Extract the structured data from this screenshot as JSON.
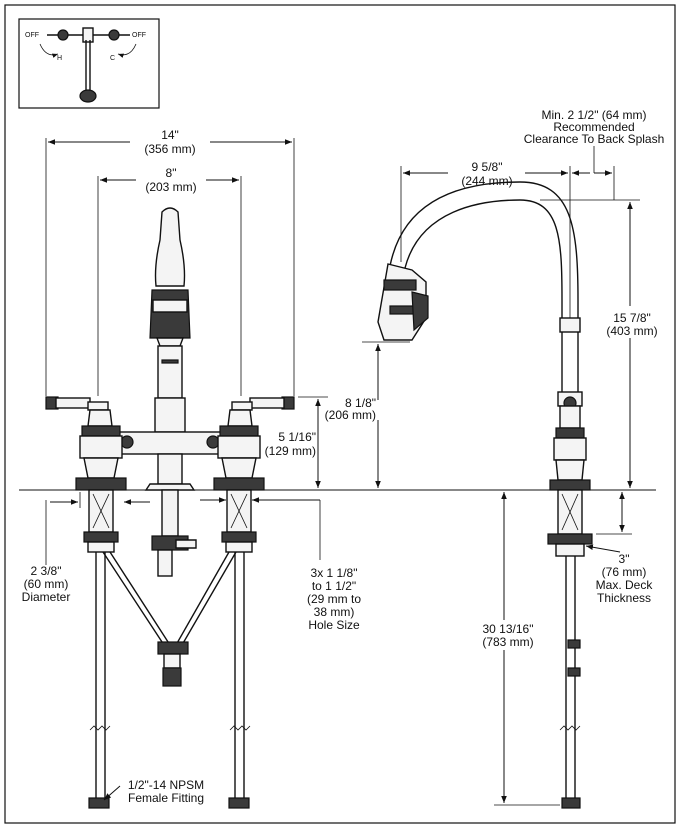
{
  "inset": {
    "off_left": "OFF",
    "off_right": "OFF",
    "hot": "H",
    "cold": "C"
  },
  "dimensions": {
    "spread_overall": {
      "imperial": "14\"",
      "metric": "(356 mm)"
    },
    "spread_center": {
      "imperial": "8\"",
      "metric": "(203 mm)"
    },
    "handle_height": {
      "imperial": "5 1/16\"",
      "metric": "(129 mm)"
    },
    "spout_clearance": {
      "imperial": "8 1/8\"",
      "metric": "(206 mm)"
    },
    "spout_reach": {
      "imperial": "9 5/8\"",
      "metric": "(244 mm)"
    },
    "back_splash": {
      "line1": "Min. 2 1/2\" (64 mm)",
      "line2": "Recommended",
      "line3": "Clearance To Back Splash"
    },
    "overall_height": {
      "imperial": "15 7/8\"",
      "metric": "(403 mm)"
    },
    "shank_diameter": {
      "imperial": "2 3/8\"",
      "metric": "(60 mm)",
      "label": "Diameter"
    },
    "hole_size": {
      "line1": "3x 1 1/8\"",
      "line2": "to 1 1/2\"",
      "line3": "(29 mm to",
      "line4": "38 mm)",
      "line5": "Hole Size"
    },
    "deck_thickness": {
      "imperial": "3\"",
      "metric": "(76 mm)",
      "line3": "Max. Deck",
      "line4": "Thickness"
    },
    "below_deck": {
      "imperial": "30 13/16\"",
      "metric": "(783 mm)"
    },
    "fitting": {
      "line1": "1/2\"-14 NPSM",
      "line2": "Female Fitting"
    }
  }
}
